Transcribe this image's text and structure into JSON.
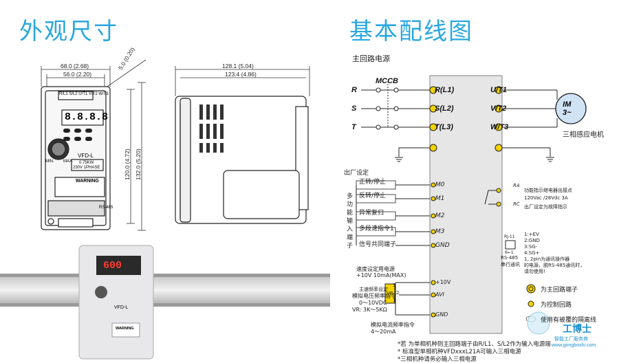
{
  "left_title": "外观尺寸",
  "right_title": "基本配线图",
  "dimensions": {
    "front_width_outer": "68.0 (2.68)",
    "front_width_inner": "56.0 (2.20)",
    "hole": "5.0 (0.20)",
    "side_depth_outer": "128.1 (5.04)",
    "side_depth_inner": "123.4 (4.86)",
    "height_inner": "120.0 (4.72)",
    "height_outer": "132.0 (5.20)"
  },
  "drawing": {
    "display_digits": "8.8.8.8",
    "model": "VFD-L",
    "rating_line1": "0.75KW",
    "rating_line2": "230V 1PHASE",
    "warning": "WARNING",
    "min_label": "MIN.",
    "max_label": "MAX.",
    "terminals_top": "R/L1 S/L2 U/T1 V/T2 W/T3",
    "rs485": "RS-485"
  },
  "photo": {
    "display": "600",
    "model": "VFD-L",
    "warning": "WARNING"
  },
  "wiring": {
    "main_power": "主回路电源",
    "mccb": "MCCB",
    "phases_in": [
      "R",
      "S",
      "T"
    ],
    "inputs": [
      "R(L1)",
      "S(L2)",
      "T(L3)"
    ],
    "outputs": [
      "U/T1",
      "V/T2",
      "W/T3"
    ],
    "motor": "IM\n3~",
    "motor_label": "三相感应电机",
    "factory_setting": "出厂设定",
    "multifunction_label": "多功能输入端子",
    "switches": [
      "正转/停止",
      "反转/停止",
      "异常复归",
      "多段速指令1",
      "信号共同端子"
    ],
    "control_terminals": [
      "M0",
      "M1",
      "M2",
      "M3",
      "GND"
    ],
    "relay_terminals": [
      "RA",
      "RC"
    ],
    "relay_desc": [
      "功能指示继电器出接点",
      "120Vac /28Vdc 3A",
      "出厂设定为故障指示"
    ],
    "rj11_title": "RJ-11",
    "rj11_pins_label": "6←1",
    "rs485_label": [
      "RS-485",
      "串行通讯"
    ],
    "rs485_pins": [
      "1:+EV",
      "2:GND",
      "3:SG-",
      "4:SG+",
      "1, 2pin为通讯操作器",
      "的电源，脱RS-485通讯时，",
      "请勿使用!"
    ],
    "speed_supply": [
      "速度设定用电源",
      "+10V 10mA(MAX)"
    ],
    "master_freq": [
      "主速频率设定",
      "模拟电压频率指令",
      "0～10VDC",
      "VR: 3K～5KΩ"
    ],
    "vr_label": "VR",
    "vr_pins": [
      "3",
      "2",
      "1"
    ],
    "analog_terminals": [
      "+10V",
      "AVI",
      "GND"
    ],
    "current_cmd": [
      "模拟电流频率指令",
      "4～20mA"
    ],
    "legend": [
      {
        "symbol": "double-circle",
        "label": "为主回路端子"
      },
      {
        "symbol": "circle",
        "label": "为控制回路"
      },
      {
        "symbol": "shield",
        "label": "使用有被覆的隔离线"
      }
    ],
    "notes": [
      "*若 为单相机种则主回路端子由R/L1、S/L2作为输入电源端",
      "* 标准型单相机种VFDxxxL21A可输入三相电源",
      "*三相机种请务必输入三相电源"
    ]
  },
  "watermark": {
    "name": "工博士",
    "subtitle": "智能工厂服务商",
    "url": "www.gongboshi.com"
  },
  "colors": {
    "title": "#29a7df",
    "panel": "#e6e6e6",
    "terminal": "#f3d300"
  }
}
